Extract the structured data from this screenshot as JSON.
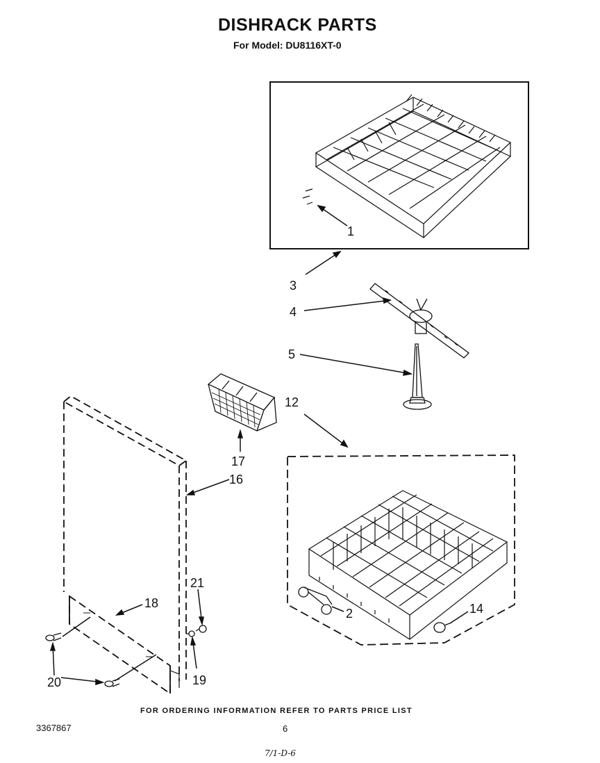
{
  "title": "DISHRACK PARTS",
  "subtitle": "For Model: DU8116XT-0",
  "footer": {
    "ordering_note": "FOR ORDERING INFORMATION REFER TO PARTS PRICE LIST",
    "document_number": "3367867",
    "page_number": "6",
    "handwritten_date": "7/1-D-6"
  },
  "callouts": [
    "1",
    "2",
    "3",
    "4",
    "5",
    "12",
    "14",
    "16",
    "17",
    "18",
    "19",
    "20",
    "21"
  ]
}
